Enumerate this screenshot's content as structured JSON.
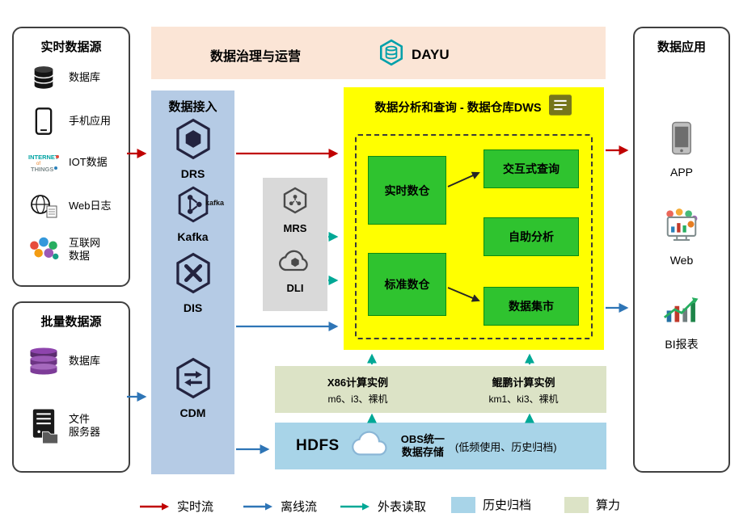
{
  "realtime_sources": {
    "title": "实时数据源",
    "items": [
      {
        "icon": "database-icon",
        "label": "数据库"
      },
      {
        "icon": "phone-icon",
        "label": "手机应用"
      },
      {
        "icon": "iot-icon",
        "label": "IOT数据"
      },
      {
        "icon": "weblog-icon",
        "label": "Web日志"
      },
      {
        "icon": "internet-icon",
        "label": "互联网\n数据"
      }
    ]
  },
  "batch_sources": {
    "title": "批量数据源",
    "items": [
      {
        "icon": "database-stack-icon",
        "label": "数据库"
      },
      {
        "icon": "file-server-icon",
        "label": "文件\n服务器"
      }
    ]
  },
  "governance": {
    "title": "数据治理与运营",
    "logo": "DAYU"
  },
  "ingestion": {
    "title": "数据接入",
    "items": [
      {
        "label": "DRS"
      },
      {
        "label": "Kafka",
        "badge": "kafka"
      },
      {
        "label": "DIS"
      },
      {
        "label": "CDM"
      }
    ]
  },
  "processing": {
    "items": [
      {
        "label": "MRS"
      },
      {
        "label": "DLI"
      }
    ]
  },
  "dws": {
    "title": "数据分析和查询 - 数据仓库DWS",
    "warehouses": [
      {
        "label": "实时数仓"
      },
      {
        "label": "标准数仓"
      }
    ],
    "services": [
      {
        "label": "交互式查询"
      },
      {
        "label": "自助分析"
      },
      {
        "label": "数据集市"
      }
    ]
  },
  "compute": {
    "instances": [
      {
        "title": "X86计算实例",
        "spec": "m6、i3、裸机"
      },
      {
        "title": "鲲鹏计算实例",
        "spec": "km1、ki3、裸机"
      }
    ]
  },
  "storage": {
    "hdfs": "HDFS",
    "obs_line1": "OBS统一",
    "obs_line2": "数据存储",
    "note": "(低频使用、历史归档)"
  },
  "applications": {
    "title": "数据应用",
    "items": [
      {
        "icon": "app-phone-icon",
        "label": "APP"
      },
      {
        "icon": "web-report-icon",
        "label": "Web"
      },
      {
        "icon": "bi-report-icon",
        "label": "BI报表"
      }
    ]
  },
  "legend": {
    "items": [
      {
        "label": "实时流",
        "type": "arrow",
        "color": "#c00000"
      },
      {
        "label": "离线流",
        "type": "arrow",
        "color": "#2e75b6"
      },
      {
        "label": "外表读取",
        "type": "arrow",
        "color": "#00a896"
      },
      {
        "label": "历史归档",
        "type": "swatch",
        "color": "#a8d4e8"
      },
      {
        "label": "算力",
        "type": "swatch",
        "color": "#dce3c6"
      }
    ]
  }
}
